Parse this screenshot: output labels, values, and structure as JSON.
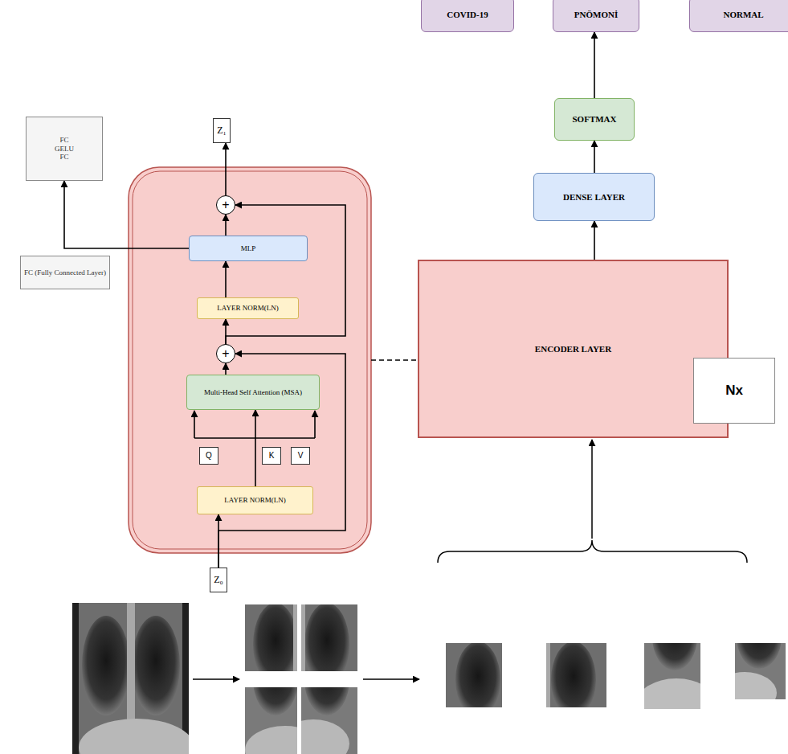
{
  "diagram": {
    "nodes": [
      {
        "text": [
          "COVID-19"
        ]
      },
      {
        "text": [
          "PNÖMONİ"
        ]
      },
      {
        "text": [
          "NORMAL"
        ]
      },
      {
        "text": [
          "FC GELU FC"
        ]
      },
      {
        "text": [
          "Z₁"
        ]
      },
      {
        "text": [
          "SOFTMAX"
        ]
      },
      {
        "text": [
          "+"
        ]
      },
      {
        "text": [
          "DENSE LAYER"
        ]
      },
      {
        "text": [
          "MLP"
        ]
      },
      {
        "text": [
          "FC (Fully Connected Layer)"
        ]
      },
      {
        "text": [
          "LAYER NORM(LN)"
        ]
      },
      {
        "text": [
          "ENCODER LAYER"
        ]
      },
      {
        "text": [
          "+"
        ]
      },
      {
        "text": [
          "Nx"
        ]
      },
      {
        "text": [
          "Multi-Head Self Attention (MSA)"
        ]
      },
      {
        "text": [
          "Q"
        ]
      },
      {
        "text": [
          "K"
        ]
      },
      {
        "text": [
          "V"
        ]
      },
      {
        "text": [
          "LAYER NORM(LN)"
        ]
      },
      {
        "text": [
          "Z₀"
        ]
      }
    ],
    "edges": [
      {
        "from": 11,
        "to": 7,
        "arrow": "to"
      },
      {
        "from": 7,
        "to": 5,
        "arrow": "to"
      },
      {
        "from": 5,
        "to": 1,
        "arrow": "to"
      },
      {
        "from": 6,
        "to": 4,
        "arrow": "to"
      },
      {
        "from": 8,
        "to": 6,
        "arrow": "to"
      },
      {
        "from": 8,
        "to": 3,
        "arrow": "to"
      },
      {
        "from": 10,
        "to": 8,
        "arrow": "to"
      },
      {
        "from": 12,
        "to": 10,
        "arrow": "to"
      },
      {
        "from": 12,
        "to": 6,
        "arrow": "to"
      },
      {
        "from": 14,
        "to": 12,
        "arrow": "to"
      },
      {
        "from": 18,
        "to": 14,
        "arrow": "to"
      },
      {
        "from": 19,
        "to": 18,
        "arrow": "to"
      },
      {
        "from": 19,
        "to": 12,
        "arrow": "to"
      }
    ]
  }
}
